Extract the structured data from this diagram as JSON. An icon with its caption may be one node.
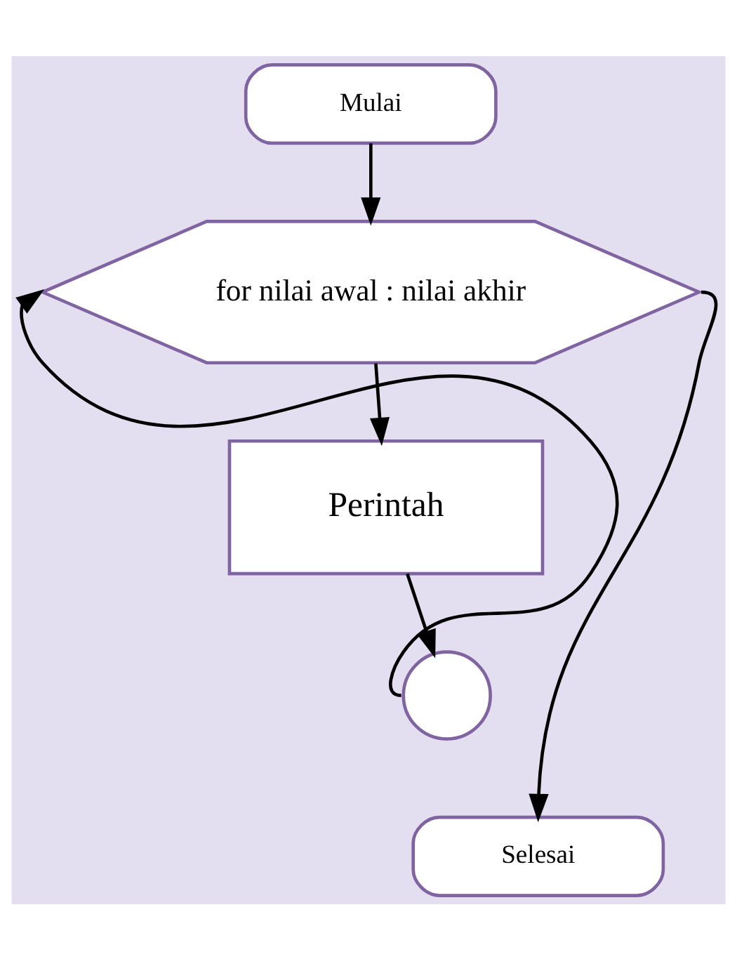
{
  "diagram": {
    "nodes": [
      {
        "text": [
          "Mulai"
        ]
      },
      {
        "text": [
          "for nilai awal : nilai akhir"
        ]
      },
      {
        "text": [
          "Perintah"
        ]
      },
      {
        "text": [],
        "shape": "circle"
      },
      {
        "text": [
          "Selesai"
        ]
      }
    ],
    "edges": [
      {
        "from": 0,
        "to": 1,
        "arrow": "to"
      },
      {
        "from": 1,
        "to": 2,
        "arrow": "to"
      },
      {
        "from": 2,
        "to": 3,
        "arrow": "to"
      },
      {
        "from": 3,
        "to": 1,
        "arrow": "to"
      },
      {
        "from": 1,
        "to": 4,
        "arrow": "to"
      }
    ]
  }
}
